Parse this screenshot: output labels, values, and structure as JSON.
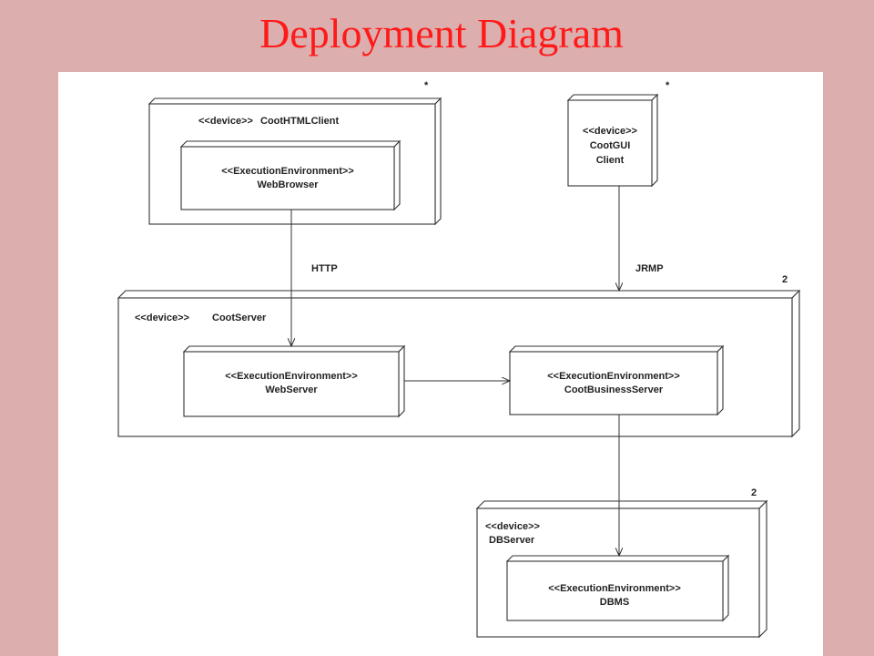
{
  "title": "Deployment Diagram",
  "nodes": {
    "coot_html_client": {
      "stereotype": "<<device>>",
      "name": "CootHTMLClient",
      "multiplicity": "*"
    },
    "web_browser": {
      "stereotype": "<<ExecutionEnvironment>>",
      "name": "WebBrowser"
    },
    "coot_gui_client": {
      "stereotype": "<<device>>",
      "name_line1": "CootGUI",
      "name_line2": "Client",
      "multiplicity": "*"
    },
    "coot_server": {
      "stereotype": "<<device>>",
      "name": "CootServer",
      "multiplicity": "2"
    },
    "web_server": {
      "stereotype": "<<ExecutionEnvironment>>",
      "name": "WebServer"
    },
    "coot_business_server": {
      "stereotype": "<<ExecutionEnvironment>>",
      "name": "CootBusinessServer"
    },
    "db_server": {
      "stereotype": "<<device>>",
      "name": "DBServer",
      "multiplicity": "2"
    },
    "dbms": {
      "stereotype": "<<ExecutionEnvironment>>",
      "name": "DBMS"
    }
  },
  "connections": {
    "http": "HTTP",
    "jrmp": "JRMP"
  },
  "colors": {
    "background": "#dcaeae",
    "title": "#ff1a1a",
    "canvas": "#ffffff",
    "line": "#333333"
  }
}
